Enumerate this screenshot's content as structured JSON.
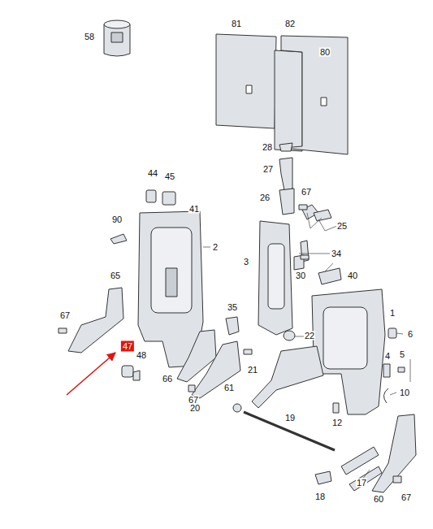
{
  "diagram": {
    "labels": [
      "58",
      "81",
      "82",
      "80",
      "28",
      "27",
      "44",
      "45",
      "26",
      "67",
      "41",
      "90",
      "25",
      "2",
      "34",
      "3",
      "40",
      "65",
      "30",
      "35",
      "1",
      "22",
      "6",
      "67",
      "47",
      "48",
      "21",
      "4",
      "5",
      "66",
      "61",
      "67",
      "10",
      "20",
      "12",
      "19",
      "17",
      "18",
      "60",
      "67"
    ]
  }
}
